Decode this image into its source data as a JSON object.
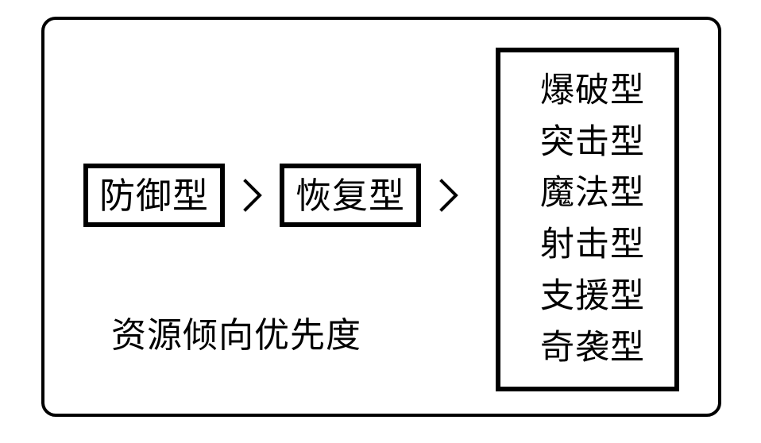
{
  "diagram": {
    "caption": "资源倾向优先度",
    "priority_chain": {
      "tiers": [
        {
          "label": "防御型"
        },
        {
          "label": "恢复型"
        }
      ],
      "separator": ">",
      "separator_icon": "chevron-right-icon"
    },
    "category_list": {
      "items": [
        {
          "label": "爆破型"
        },
        {
          "label": "突击型"
        },
        {
          "label": "魔法型"
        },
        {
          "label": "射击型"
        },
        {
          "label": "支援型"
        },
        {
          "label": "奇袭型"
        }
      ]
    },
    "colors": {
      "stroke": "#000000",
      "background": "#ffffff",
      "text": "#000000"
    }
  }
}
